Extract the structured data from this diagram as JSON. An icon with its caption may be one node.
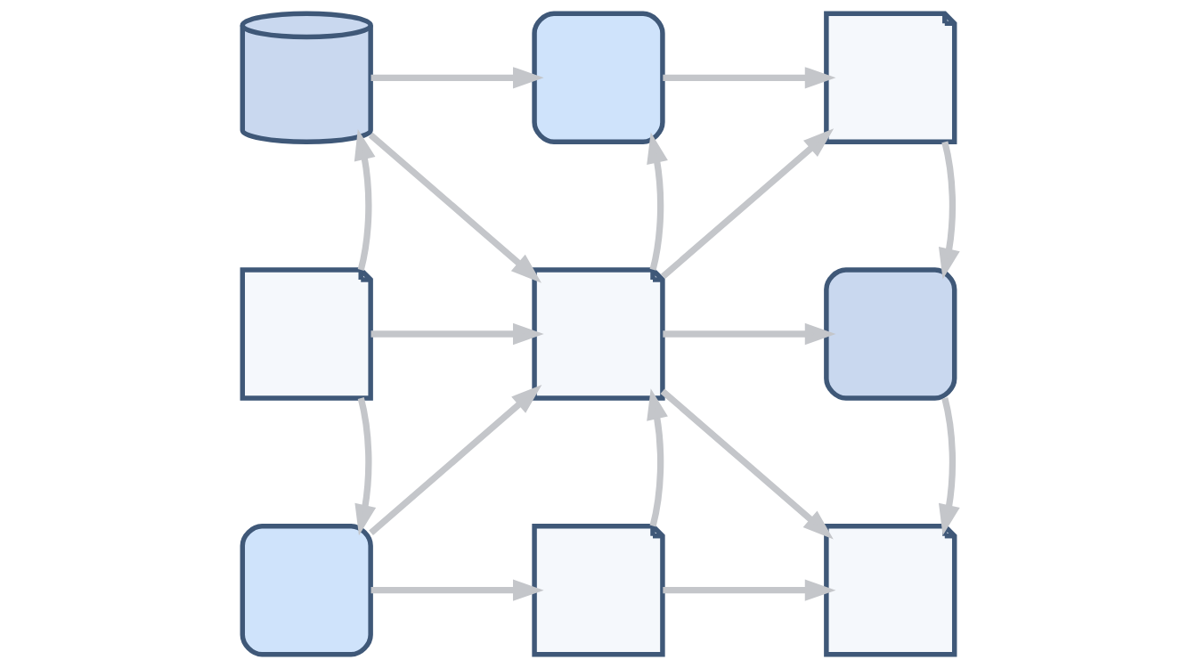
{
  "diagram": {
    "nodes": [
      {
        "text": [],
        "shape": "cylinder"
      },
      {
        "text": [],
        "shape": "box"
      },
      {
        "text": [],
        "shape": "box"
      },
      {
        "text": [],
        "shape": "box"
      },
      {
        "text": [],
        "shape": "box"
      },
      {
        "text": [],
        "shape": "box"
      },
      {
        "text": [],
        "shape": "box"
      },
      {
        "text": [],
        "shape": "box"
      },
      {
        "text": [],
        "shape": "box"
      }
    ],
    "edges": [
      {
        "from": 0,
        "to": 1,
        "arrow": "to"
      },
      {
        "from": 1,
        "to": 2,
        "arrow": "to"
      },
      {
        "from": 0,
        "to": 4,
        "arrow": "to"
      },
      {
        "from": 3,
        "to": 0,
        "arrow": "to"
      },
      {
        "from": 4,
        "to": 1,
        "arrow": "to"
      },
      {
        "from": 4,
        "to": 2,
        "arrow": "to"
      },
      {
        "from": 2,
        "to": 5,
        "arrow": "to"
      },
      {
        "from": 3,
        "to": 4,
        "arrow": "to"
      },
      {
        "from": 4,
        "to": 5,
        "arrow": "to"
      },
      {
        "from": 3,
        "to": 6,
        "arrow": "to"
      },
      {
        "from": 6,
        "to": 4,
        "arrow": "to"
      },
      {
        "from": 7,
        "to": 4,
        "arrow": "to"
      },
      {
        "from": 4,
        "to": 8,
        "arrow": "to"
      },
      {
        "from": 5,
        "to": 8,
        "arrow": "to"
      },
      {
        "from": 6,
        "to": 7,
        "arrow": "to"
      },
      {
        "from": 7,
        "to": 8,
        "arrow": "to"
      }
    ]
  }
}
